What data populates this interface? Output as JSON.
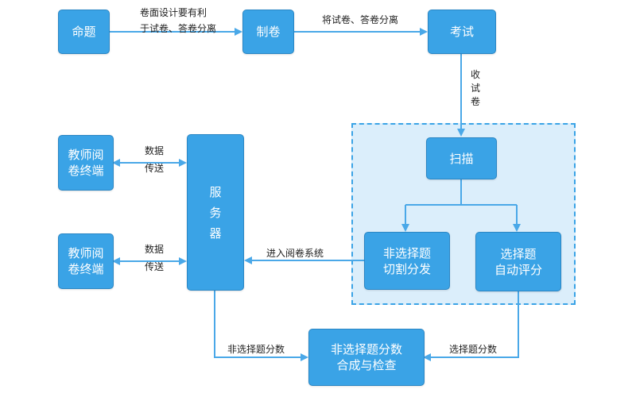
{
  "nodes": {
    "mingti": "命题",
    "zhijuan": "制卷",
    "kaoshi": "考试",
    "saomiao": "扫描",
    "fei_xuanze_line1": "非选择题",
    "fei_xuanze_line2": "切割分发",
    "xuanze_line1": "选择题",
    "xuanze_line2": "自动评分",
    "teacher1_line1": "教师阅",
    "teacher1_line2": "卷终端",
    "teacher2_line1": "教师阅",
    "teacher2_line2": "卷终端",
    "server_c1": "服",
    "server_c2": "务",
    "server_c3": "器",
    "combine_line1": "非选择题分数",
    "combine_line2": "合成与检查"
  },
  "edges": {
    "design_line1": "卷面设计要有利",
    "design_line2": "于试卷、答卷分离",
    "separate": "将试卷、答卷分离",
    "collect_c1": "收",
    "collect_c2": "试",
    "collect_c3": "卷",
    "data1_line1": "数据",
    "data1_line2": "传送",
    "data2_line1": "数据",
    "data2_line2": "传送",
    "enter_system": "进入阅卷系统",
    "nonchoice_score": "非选择题分数",
    "choice_score": "选择题分数"
  },
  "colors": {
    "box_fill": "#3aa3e6",
    "box_border": "#2a86c4",
    "arrow": "#4aa8e8",
    "region_fill": "#dbeefb",
    "region_border": "#3aa3e6"
  }
}
